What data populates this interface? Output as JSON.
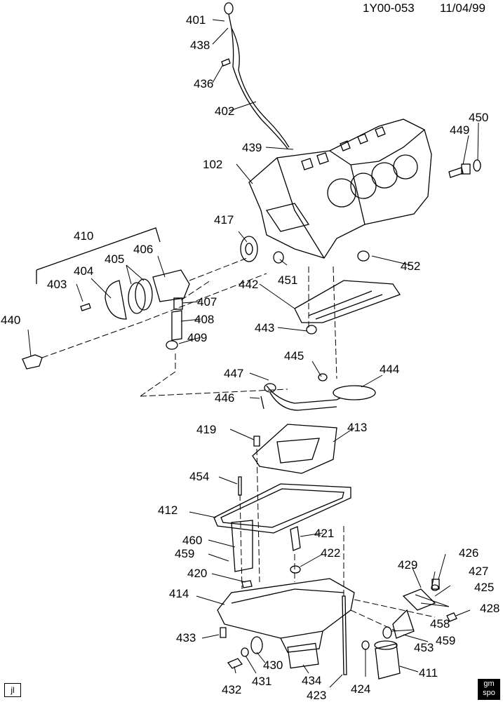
{
  "header": {
    "drawing_id": "1Y00-053",
    "date": "11/04/99"
  },
  "corner_left": "jl",
  "corner_right": {
    "top": "gm",
    "bottom": "spo"
  },
  "callouts": {
    "c401": "401",
    "c438": "438",
    "c436": "436",
    "c402": "402",
    "c439": "439",
    "c102": "102",
    "c449": "449",
    "c450": "450",
    "c410": "410",
    "c417": "417",
    "c405": "405",
    "c406": "406",
    "c404": "404",
    "c403": "403",
    "c452": "452",
    "c451": "451",
    "c442": "442",
    "c407": "407",
    "c408": "408",
    "c440": "440",
    "c409": "409",
    "c443": "443",
    "c445": "445",
    "c444": "444",
    "c447": "447",
    "c446": "446",
    "c419": "419",
    "c413": "413",
    "c454": "454",
    "c412": "412",
    "c421": "421",
    "c460": "460",
    "c422": "422",
    "c459a": "459",
    "c426": "426",
    "c429": "429",
    "c427": "427",
    "c420": "420",
    "c425": "425",
    "c414": "414",
    "c428": "428",
    "c458": "458",
    "c433": "433",
    "c459b": "459",
    "c453": "453",
    "c430": "430",
    "c411": "411",
    "c432": "432",
    "c431": "431",
    "c434": "434",
    "c424": "424",
    "c423": "423"
  }
}
